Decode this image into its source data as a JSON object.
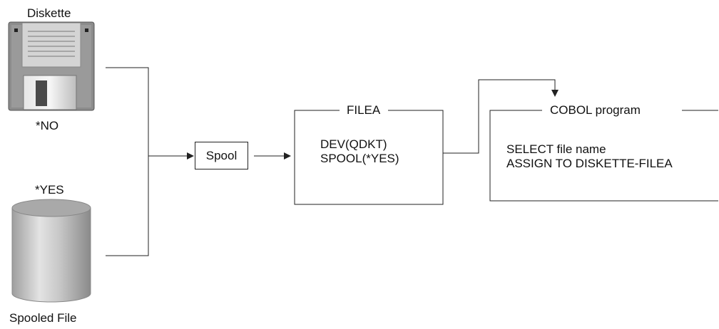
{
  "diagram": {
    "diskette": {
      "title": "Diskette",
      "option": "*NO"
    },
    "spooled_file": {
      "option": "*YES",
      "title": "Spooled File"
    },
    "spool_box": {
      "label": "Spool"
    },
    "filea_box": {
      "title": "FILEA",
      "lines": [
        "DEV(QDKT)",
        "SPOOL(*YES)"
      ]
    },
    "cobol_box": {
      "title": "COBOL program",
      "lines": [
        "SELECT file name",
        "ASSIGN TO DISKETTE-FILEA"
      ]
    },
    "colors": {
      "line": "#222222",
      "diskette_body": "#8c8c8c",
      "label_panel": "#cfcfcf",
      "cylinder": "#bdbdbd"
    },
    "icons": [
      "diskette-icon",
      "cylinder-icon",
      "arrow-icon"
    ]
  }
}
